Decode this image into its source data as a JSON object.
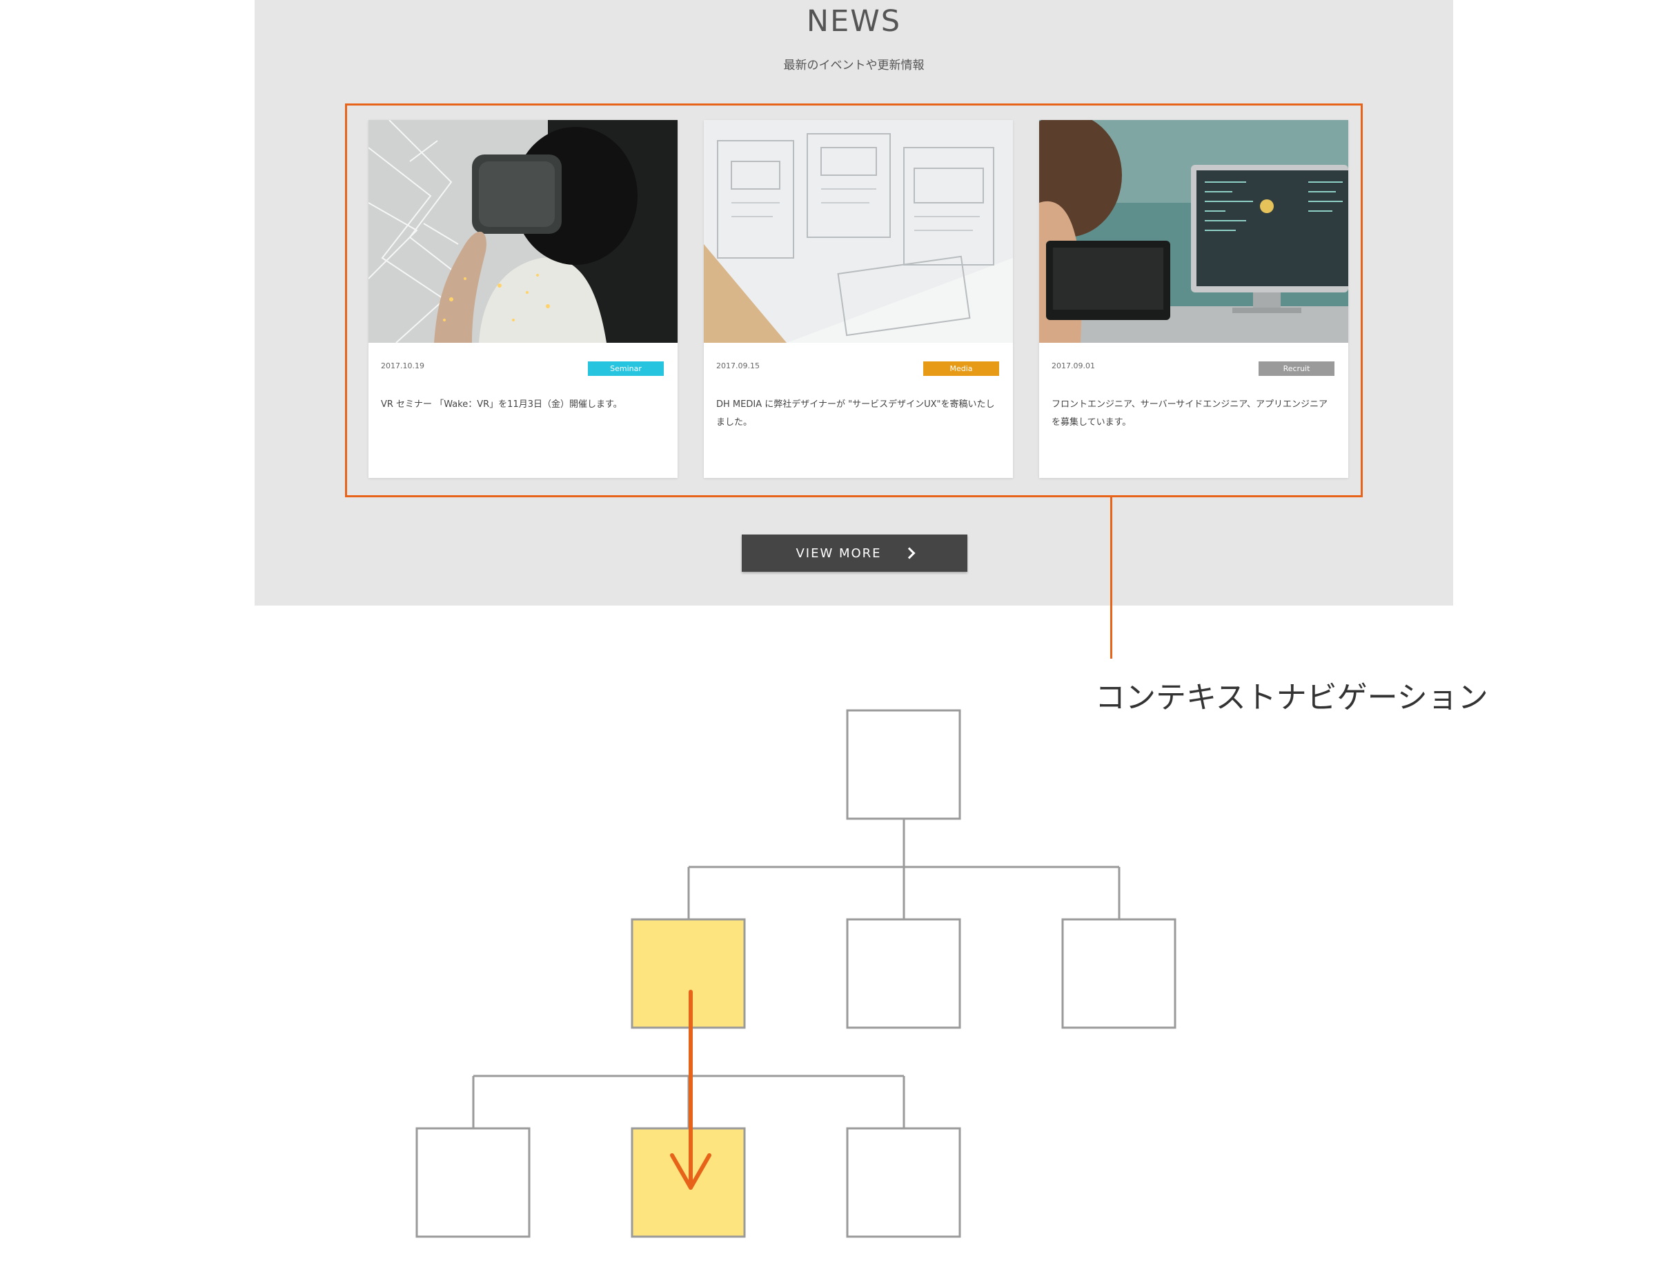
{
  "news": {
    "title": "NEWS",
    "subtitle": "最新のイベントや更新情報",
    "cards": [
      {
        "date": "2017.10.19",
        "badge": "Seminar",
        "badge_color": "#27c4e0",
        "text": "VR セミナー 「Wake：VR」を11月3日（金）開催します。",
        "image": "vr-headset-photo"
      },
      {
        "date": "2017.09.15",
        "badge": "Media",
        "badge_color": "#e69a16",
        "text": "DH MEDIA に弊社デザイナーが \"サービスデザインUX\"を寄稿いたしました。",
        "image": "wireframe-sketch-photo"
      },
      {
        "date": "2017.09.01",
        "badge": "Recruit",
        "badge_color": "#9a9a9a",
        "text": "フロントエンジニア、サーバーサイドエンジニア、アプリエンジニアを募集しています。",
        "image": "developer-monitor-photo"
      }
    ],
    "view_more_label": "VIEW MORE"
  },
  "callout": {
    "label": "コンテキストナビゲーション",
    "color": "#e8631a"
  },
  "tree": {
    "highlight_color": "#fde47f",
    "node_border_color": "#9a9a9a",
    "highlighted_path": [
      "level1-left",
      "level2-middle"
    ]
  }
}
